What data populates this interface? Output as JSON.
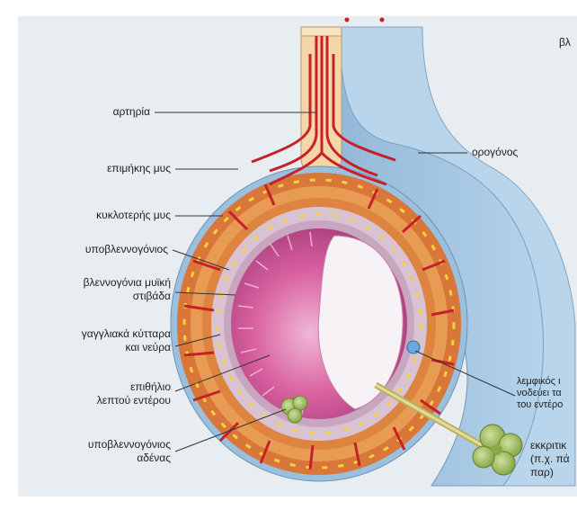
{
  "diagram": {
    "labels": {
      "arteria": "αρτηρία",
      "epimikis": "επιμήκης μυς",
      "kyklo": "κυκλοτερής μυς",
      "ypoblenno": "υποβλεννογόνιος",
      "blenno_1": "βλεννογόνια μυϊκή",
      "blenno_2": "στιβάδα",
      "gagl_1": "γαγγλιακά κύτταρα",
      "gagl_2": "και νεύρα",
      "epith_1": "επιθήλιο",
      "epith_2": "λεπτού εντέρου",
      "aden_1": "υποβλεννογόνιος",
      "aden_2": "αδένας",
      "orogonos": "ορογόνος",
      "top_right": "βλ",
      "lemf_1": "λεμφικός ι",
      "lemf_2": "νοδεύει τα",
      "lemf_3": "του εντέρο",
      "ekkr_1": "εκκριτικ",
      "ekkr_2": "(π.χ. πά",
      "ekkr_3": "παρ)"
    },
    "colors": {
      "background": "#e6ecf2",
      "serosa": "#a9c8e0",
      "longitudinal_muscle": "#d97a3a",
      "circular_muscle": "#e09048",
      "submucosa": "#dcc0d0",
      "mucosa": "#d0609c",
      "lumen": "#f4f0f4",
      "artery": "#c8202a",
      "gland": "#a8c060"
    }
  }
}
